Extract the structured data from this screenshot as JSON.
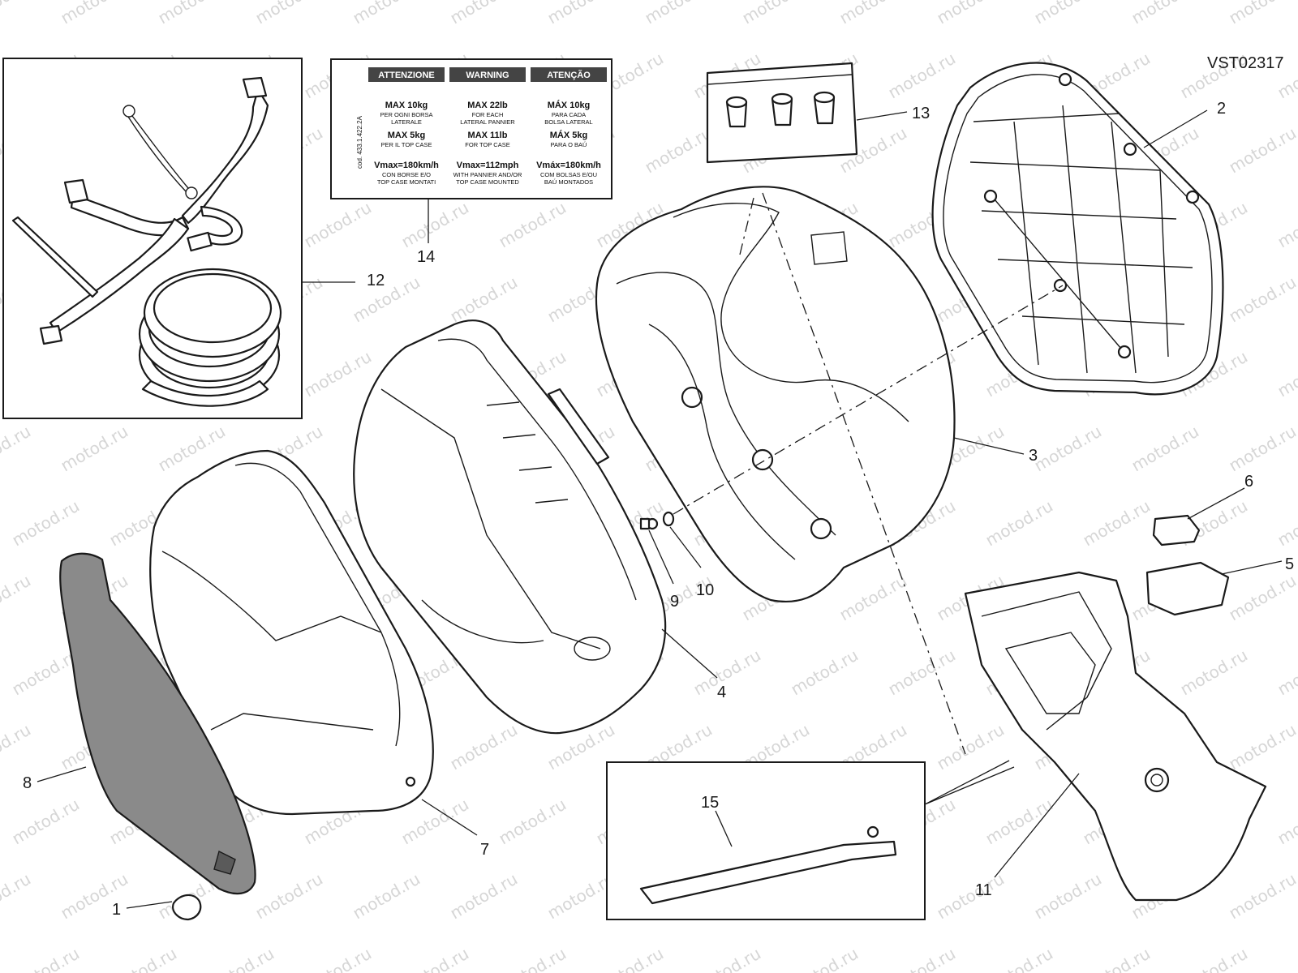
{
  "drawing_code": "VST02317",
  "watermark_text": "motod.ru",
  "callouts": [
    "1",
    "2",
    "3",
    "4",
    "5",
    "6",
    "7",
    "8",
    "9",
    "10",
    "11",
    "12",
    "13",
    "14",
    "15"
  ],
  "label_card": {
    "cod": "cod. 433.1.422.2A",
    "columns": [
      {
        "header": "ATTENZIONE",
        "line1": "MAX 10kg",
        "line1_sub": "PER OGNI BORSA",
        "line1_sub2": "LATERALE",
        "line2": "MAX 5kg",
        "line2_sub": "PER IL TOP CASE",
        "line2_sub2": "",
        "line3": "Vmax=180km/h",
        "line3_sub": "CON BORSE E/O",
        "line3_sub2": "TOP CASE MONTATI"
      },
      {
        "header": "WARNING",
        "line1": "MAX 22lb",
        "line1_sub": "FOR EACH",
        "line1_sub2": "LATERAL PANNIER",
        "line2": "MAX 11lb",
        "line2_sub": "FOR TOP CASE",
        "line2_sub2": "",
        "line3": "Vmax=112mph",
        "line3_sub": "WITH PANNIER AND/OR",
        "line3_sub2": "TOP CASE MOUNTED"
      },
      {
        "header": "ATENÇÃO",
        "line1": "MÁX 10kg",
        "line1_sub": "PARA CADA",
        "line1_sub2": "BOLSA LATERAL",
        "line2": "MÁX 5kg",
        "line2_sub": "PARA O BAÚ",
        "line2_sub2": "",
        "line3": "Vmáx=180km/h",
        "line3_sub": "COM BOLSAS E/OU",
        "line3_sub2": "BAÚ MONTADOS"
      }
    ]
  },
  "colors": {
    "line": "#1a1a1a",
    "watermark": "#d6d6d6",
    "part_fill": "#ffffff",
    "gray_fill": "#8a8a8a",
    "label_header": "#444444"
  }
}
